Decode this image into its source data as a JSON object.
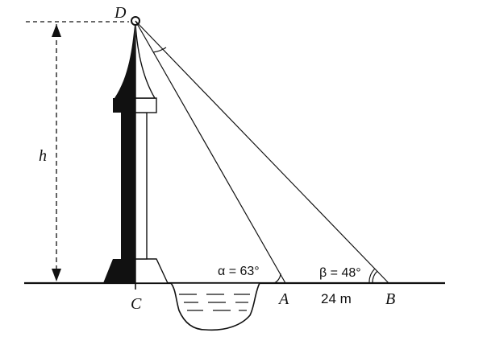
{
  "labels": {
    "top_point": "D",
    "foot_point": "C",
    "point_a": "A",
    "point_b": "B",
    "height_symbol": "h",
    "alpha_label": "α = 63°",
    "beta_label": "β = 48°",
    "distance_label": "24 m"
  }
}
